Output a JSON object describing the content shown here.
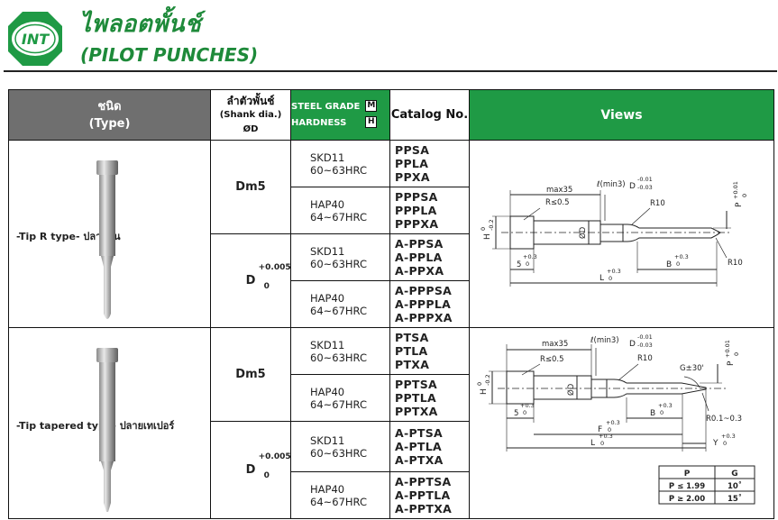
{
  "brand": {
    "logo_text": "INT"
  },
  "title": {
    "thai": "ไพลอตพั้นช์",
    "english": "(PILOT PUNCHES)"
  },
  "headers": {
    "type_th": "ชนิด",
    "type_en": "(Type)",
    "shank_th": "ลำตัวพั้นช์",
    "shank_en": "(Shank dia.) ØD",
    "steel_grade": "STEEL GRADE",
    "steel_grade_box": "M",
    "hardness": "HARDNESS",
    "hardness_box": "H",
    "catalog": "Catalog No.",
    "views": "Views"
  },
  "sections": [
    {
      "type_label": "-Tip R type- ปลายมน",
      "groups": [
        {
          "shank_main": "Dm5",
          "shank_sup": "",
          "shank_sub": "",
          "rows": [
            {
              "grade": "SKD11",
              "hardness": "60~63HRC",
              "catalog": [
                "PPSA",
                "PPLA",
                "PPXA"
              ]
            },
            {
              "grade": "HAP40",
              "hardness": "64~67HRC",
              "catalog": [
                "PPPSA",
                "PPPLA",
                "PPPXA"
              ]
            }
          ]
        },
        {
          "shank_main": "D",
          "shank_sup": "+0.005",
          "shank_sub": "0",
          "rows": [
            {
              "grade": "SKD11",
              "hardness": "60~63HRC",
              "catalog": [
                "A-PPSA",
                "A-PPLA",
                "A-PPXA"
              ]
            },
            {
              "grade": "HAP40",
              "hardness": "64~67HRC",
              "catalog": [
                "A-PPPSA",
                "A-PPPLA",
                "A-PPPXA"
              ]
            }
          ]
        }
      ]
    },
    {
      "type_label": "-Tip tapered type- ปลายเทเปอร์",
      "groups": [
        {
          "shank_main": "Dm5",
          "shank_sup": "",
          "shank_sub": "",
          "rows": [
            {
              "grade": "SKD11",
              "hardness": "60~63HRC",
              "catalog": [
                "PTSA",
                "PTLA",
                "PTXA"
              ]
            },
            {
              "grade": "HAP40",
              "hardness": "64~67HRC",
              "catalog": [
                "PPTSA",
                "PPTLA",
                "PPTXA"
              ]
            }
          ]
        },
        {
          "shank_main": "D",
          "shank_sup": "+0.005",
          "shank_sub": "0",
          "rows": [
            {
              "grade": "SKD11",
              "hardness": "60~63HRC",
              "catalog": [
                "A-PTSA",
                "A-PTLA",
                "A-PTXA"
              ]
            },
            {
              "grade": "HAP40",
              "hardness": "64~67HRC",
              "catalog": [
                "A-PPTSA",
                "A-PPTLA",
                "A-PPTXA"
              ]
            }
          ]
        }
      ]
    }
  ],
  "drawing1": {
    "max35": "max35",
    "min3": "ℓ(min3)",
    "D": "D",
    "D_sup": "-0.01",
    "D_sub": "-0.03",
    "Rle05": "R≤0.5",
    "R10a": "R10",
    "R10b": "R10",
    "P": "P",
    "P_sup": "+0.01",
    "P_sub": "0",
    "H": "H",
    "H_sup": "0",
    "H_sub": "-0.2",
    "OD": "ØD",
    "five": "5",
    "five_sup": "+0.3",
    "five_sub": "0",
    "B": "B",
    "B_sup": "+0.3",
    "B_sub": "0",
    "L": "L",
    "L_sup": "+0.3",
    "L_sub": "0"
  },
  "drawing2": {
    "max35": "max35",
    "min3": "ℓ(min3)",
    "D": "D",
    "D_sup": "-0.01",
    "D_sub": "-0.03",
    "Rle05": "R≤0.5",
    "R10": "R10",
    "G": "G±30'",
    "P": "P",
    "P_sup": "+0.01",
    "P_sub": "0",
    "H": "H",
    "H_sup": "0",
    "H_sub": "-0.2",
    "OD": "ØD",
    "five": "5",
    "five_sup": "+0.3",
    "five_sub": "0",
    "B": "B",
    "B_sup": "+0.3",
    "B_sub": "0",
    "R01": "R0.1~0.3",
    "F": "F",
    "F_sup": "+0.3",
    "F_sub": "0",
    "L": "L",
    "L_sup": "+0.3",
    "L_sub": "0",
    "Y": "Y",
    "Y_sup": "+0.3",
    "Y_sub": "0",
    "pg_table": {
      "headers": [
        "P",
        "G"
      ],
      "rows": [
        [
          "P ≤ 1.99",
          "10˚"
        ],
        [
          "P ≥ 2.00",
          "15˚"
        ]
      ]
    }
  }
}
